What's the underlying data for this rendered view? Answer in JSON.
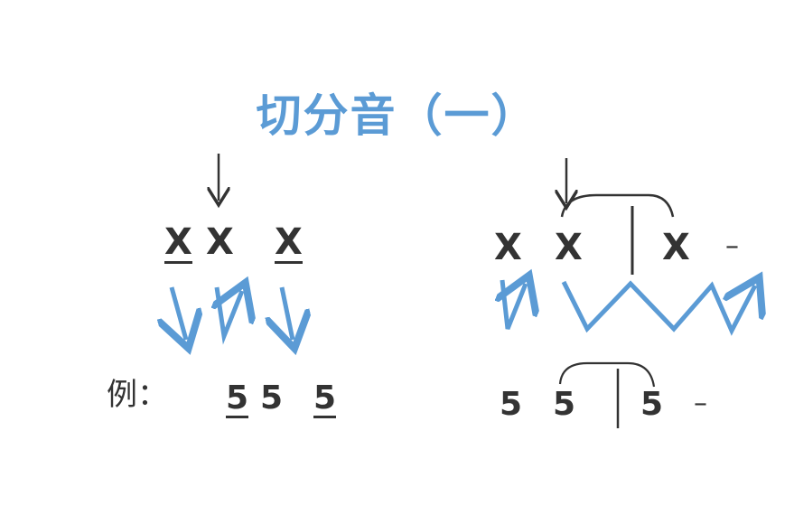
{
  "title": "切分音（一）",
  "pattern_left": {
    "notes": [
      "X",
      "X",
      "X"
    ]
  },
  "pattern_right": {
    "notes": [
      "X",
      "X",
      "X"
    ],
    "rest": "–"
  },
  "example": {
    "label": "例：",
    "left_notes": [
      "5",
      "5",
      "5"
    ],
    "right_notes": [
      "5",
      "5",
      "5"
    ],
    "rest": "–"
  },
  "colors": {
    "title": "#5b9bd5",
    "arrows": "#5b9bd5",
    "ink": "#333333"
  },
  "icons": [
    "down-arrow-icon",
    "stroke-down-arrow-icon",
    "stroke-up-arrow-icon",
    "zigzag-arrow-icon",
    "tie-arc-icon",
    "barline-icon"
  ]
}
